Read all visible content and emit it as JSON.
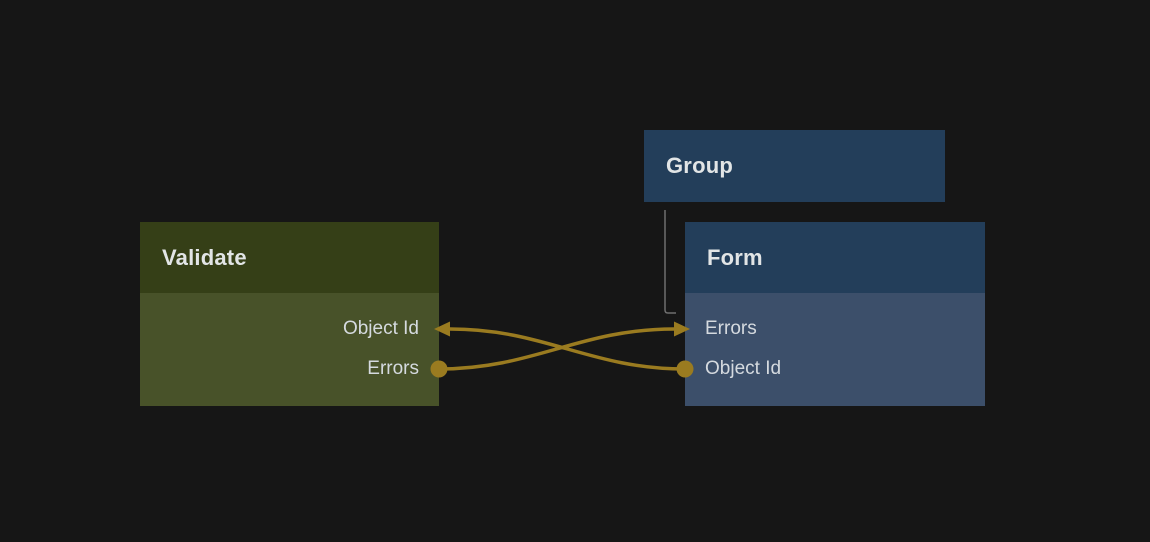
{
  "colors": {
    "canvas_bg": "#161616",
    "wire": "#9A7B20",
    "pending_wire": "#6F6F6F",
    "validate_header_bg": "#353F17",
    "validate_body_bg": "#485229",
    "blue_header_bg": "#233E5A",
    "blue_body_bg": "#3C4F6A",
    "header_text": "#E2E5E6",
    "field_text": "#D5DADF"
  },
  "nodes": [
    {
      "id": "validate",
      "title": "Validate",
      "theme": "green",
      "fields": [
        {
          "id": "object-id",
          "label": "Object Id",
          "port": "input",
          "side": "right"
        },
        {
          "id": "errors",
          "label": "Errors",
          "port": "output",
          "side": "right"
        }
      ]
    },
    {
      "id": "group",
      "title": "Group",
      "theme": "blue",
      "fields": []
    },
    {
      "id": "form",
      "title": "Form",
      "theme": "blue",
      "fields": [
        {
          "id": "errors",
          "label": "Errors",
          "port": "input",
          "side": "left"
        },
        {
          "id": "object-id",
          "label": "Object Id",
          "port": "output",
          "side": "left"
        }
      ]
    }
  ],
  "connections": [
    {
      "from": "validate.errors",
      "to": "form.errors"
    },
    {
      "from": "form.object-id",
      "to": "validate.object-id"
    }
  ],
  "pending_connection": {
    "from": "group",
    "shape": "elbow-down-right"
  }
}
